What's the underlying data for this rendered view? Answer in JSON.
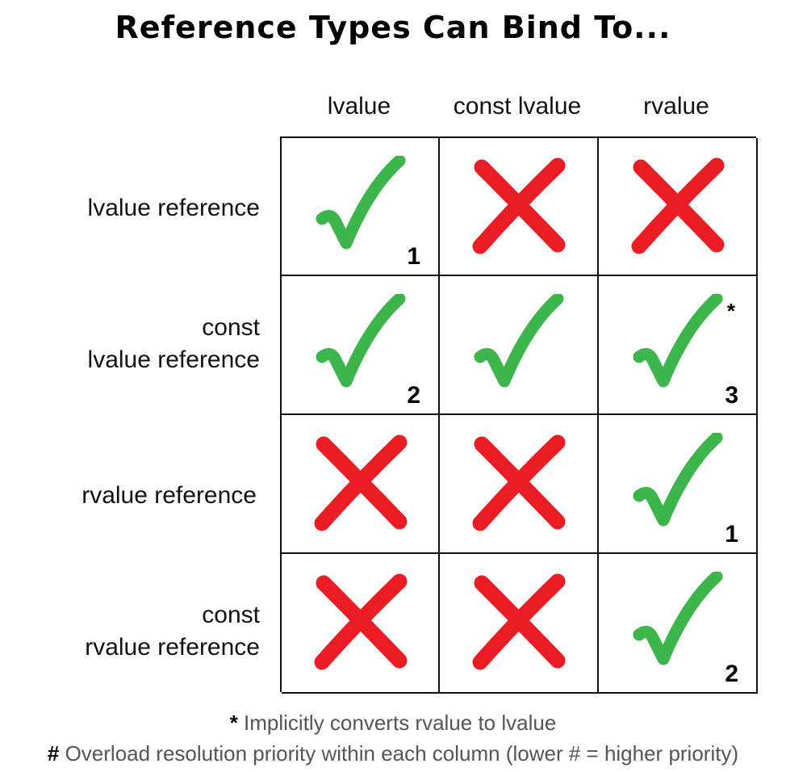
{
  "title": "Reference Types Can Bind To...",
  "columns": [
    "lvalue",
    "const lvalue",
    "rvalue"
  ],
  "rows": [
    {
      "label_lines": [
        "lvalue reference"
      ],
      "cells": [
        {
          "mark": "check",
          "number": "1",
          "star": ""
        },
        {
          "mark": "cross",
          "number": "",
          "star": ""
        },
        {
          "mark": "cross",
          "number": "",
          "star": ""
        }
      ]
    },
    {
      "label_lines": [
        "const",
        "lvalue reference"
      ],
      "cells": [
        {
          "mark": "check",
          "number": "2",
          "star": ""
        },
        {
          "mark": "check",
          "number": "",
          "star": ""
        },
        {
          "mark": "check",
          "number": "3",
          "star": "*"
        }
      ]
    },
    {
      "label_lines": [
        "rvalue reference"
      ],
      "cells": [
        {
          "mark": "cross",
          "number": "",
          "star": ""
        },
        {
          "mark": "cross",
          "number": "",
          "star": ""
        },
        {
          "mark": "check",
          "number": "1",
          "star": ""
        }
      ]
    },
    {
      "label_lines": [
        "const",
        "rvalue reference"
      ],
      "cells": [
        {
          "mark": "cross",
          "number": "",
          "star": ""
        },
        {
          "mark": "cross",
          "number": "",
          "star": ""
        },
        {
          "mark": "check",
          "number": "2",
          "star": ""
        }
      ]
    }
  ],
  "footnotes": {
    "star_symbol": "*",
    "star_text": " Implicitly converts rvalue to lvalue",
    "hash_symbol": "#",
    "hash_text": " Overload resolution priority within each column (lower # = higher priority)"
  },
  "colors": {
    "check": "#3cb54a",
    "cross": "#ec1c24"
  },
  "icons": {
    "check": "check-icon",
    "cross": "cross-icon"
  }
}
